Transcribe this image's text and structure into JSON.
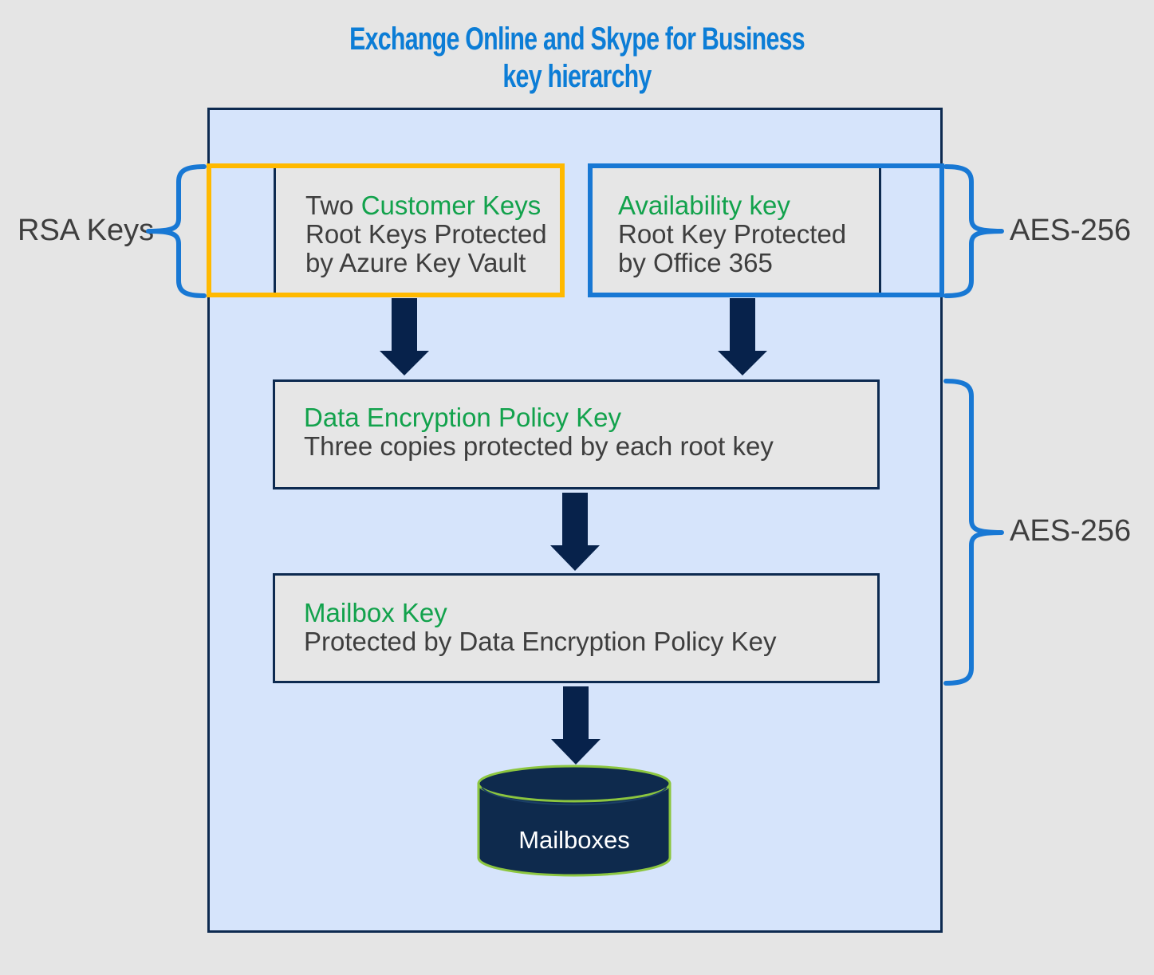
{
  "title": {
    "line1": "Exchange Online and Skype for Business",
    "line2": "key hierarchy"
  },
  "side_labels": {
    "rsa_keys": "RSA Keys",
    "aes_256_top": "AES-256",
    "aes_256_bottom": "AES-256"
  },
  "nodes": {
    "customer_keys": {
      "intro": "Two ",
      "name": "Customer Keys",
      "desc1": "Root Keys Protected",
      "desc2": "by Azure Key Vault"
    },
    "availability_key": {
      "name": "Availability key",
      "desc1": "Root Key Protected",
      "desc2": "by Office 365"
    },
    "dep_key": {
      "name": "Data Encryption Policy Key",
      "desc1": "Three copies protected by each root key"
    },
    "mailbox_key": {
      "name": "Mailbox Key",
      "desc1": "Protected by Data Encryption Policy Key"
    },
    "mailboxes": {
      "name": "Mailboxes"
    }
  },
  "colors": {
    "page_bg": "#E5E5E5",
    "container_fill": "#D6E4FB",
    "container_border": "#0D2A50",
    "box_gray": "#E6E6E6",
    "orange": "#FFB900",
    "accent_blue": "#1878D4",
    "title_blue": "#0C7DD6",
    "highlight_green": "#12A24C",
    "navy": "#07224B",
    "cyl_navy": "#0E2A4D",
    "cyl_green": "#8CC63F",
    "text_dark": "#3E3E3E",
    "white_text": "#FFFFFF"
  }
}
